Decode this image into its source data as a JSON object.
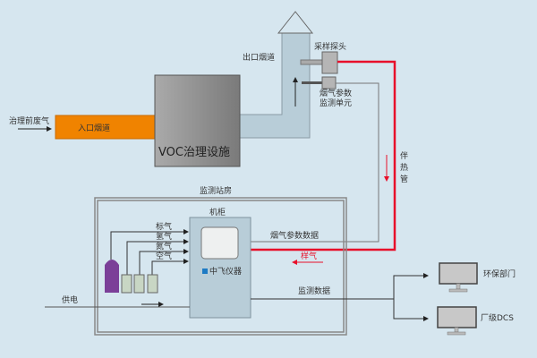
{
  "labels": {
    "inlet_gas": "治理前废气",
    "inlet_duct": "入口烟道",
    "voc_facility": "VOC治理设施",
    "outlet_duct": "出口烟道",
    "sampling_probe": "采样探头",
    "flue_unit_line1": "烟气参数",
    "flue_unit_line2": "监测单元",
    "heat_trace_1": "伴",
    "heat_trace_2": "热",
    "heat_trace_3": "管",
    "station": "监测站房",
    "cabinet": "机柜",
    "gas_std": "标气",
    "gas_h2": "氢气",
    "gas_n2": "氮气",
    "gas_air": "空气",
    "flue_data": "烟气参数数据",
    "sample_gas": "样气",
    "monitor_data": "监测数据",
    "power": "供电",
    "env_dept": "环保部门",
    "plant_dcs": "厂级DCS",
    "logo": "中飞仪器"
  },
  "colors": {
    "background": "#d6e6ef",
    "inlet_duct": "#f08300",
    "heat_trace": "#e8102a",
    "cylinder": "#7b3f98",
    "cabinet": "#b8cdd8"
  }
}
